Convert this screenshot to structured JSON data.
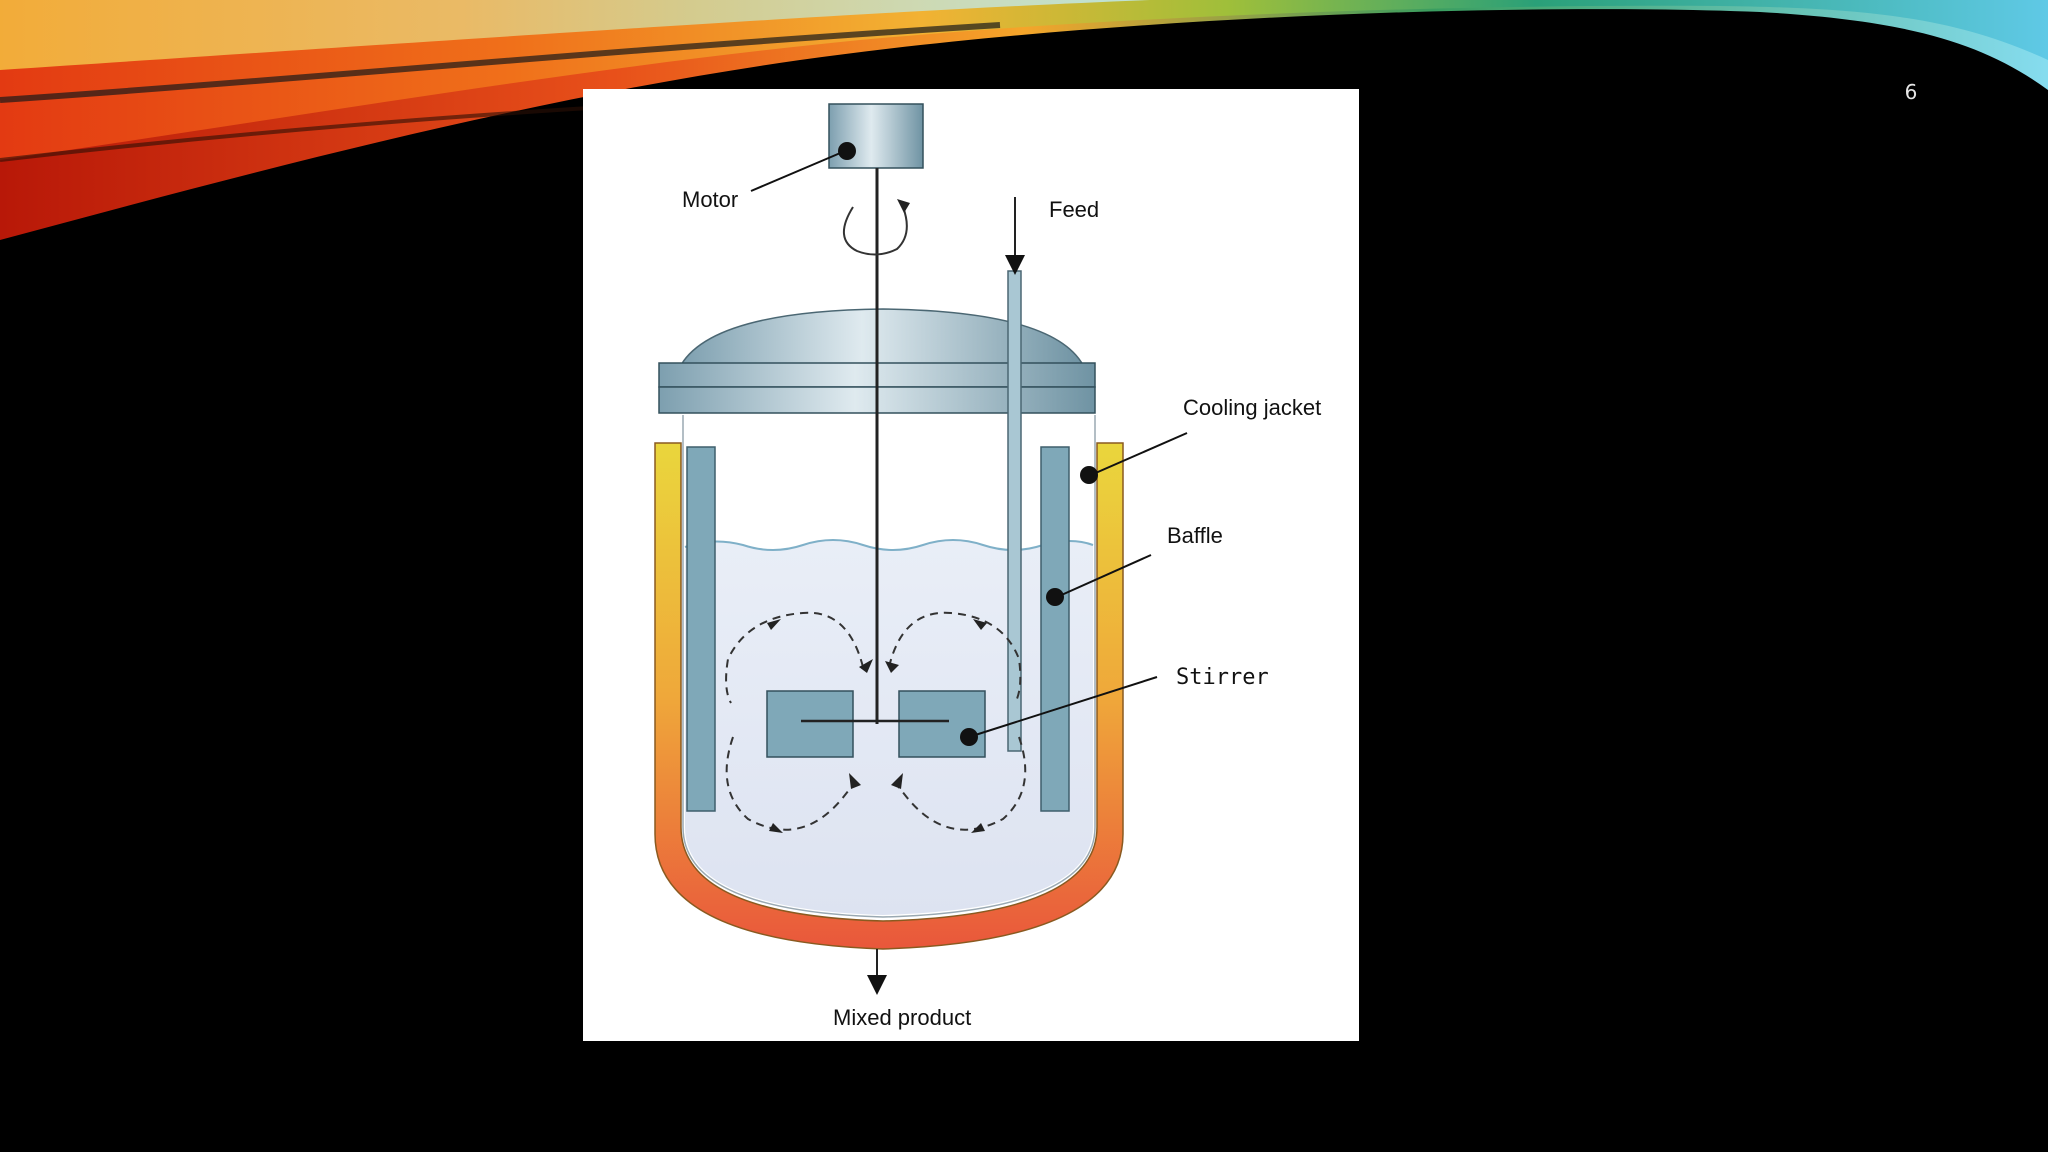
{
  "slide": {
    "number": "6"
  },
  "diagram": {
    "labels": {
      "motor": "Motor",
      "feed": "Feed",
      "cooling_jacket": "Cooling jacket",
      "baffle": "Baffle",
      "stirrer": "Stirrer",
      "mixed_product": "Mixed product"
    }
  },
  "colors": {
    "background": "#000000",
    "panel": "#ffffff",
    "steel": "#7fa8b8",
    "liquid": "#e3e8f4",
    "jacket_top": "#e8d23a",
    "jacket_bottom": "#e8553a"
  }
}
